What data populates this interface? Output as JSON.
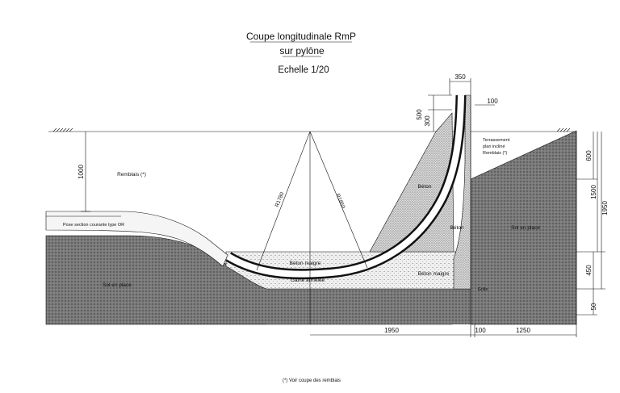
{
  "title": {
    "line1": "Coupe longitudinale RmP",
    "line2": "sur pylône",
    "scale": "Echelle 1/20"
  },
  "labels": {
    "remblais": "Remblais (*)",
    "pose_section": "Pose section courante type OR",
    "sol_left": "Sol en place",
    "sol_right": "Sol en place",
    "beton_maigre_center": "Béton maigre",
    "beton_maigre_right": "Béton maigre",
    "gaine": "Gaine annelée",
    "beton_pylone": "Béton",
    "beton_column": "Béton",
    "terrassement_1": "Terrassement",
    "terrassement_2": "plan incliné",
    "terrassement_3": "Remblais (*)",
    "radius_1": "R1780",
    "radius_2": "R1850",
    "grille": "Grille",
    "footnote": "(*) Voir coupe des remblais"
  },
  "dimensions": {
    "top_width": "350",
    "top_offset": "100",
    "top_500": "500",
    "top_300": "300",
    "left_1000": "1000",
    "right_600": "600",
    "right_1500": "1500",
    "right_1950": "1950",
    "right_450": "450",
    "right_50": "50",
    "bottom_1950": "1950",
    "bottom_100": "100",
    "bottom_1250": "1250"
  },
  "colors": {
    "line": "#111111",
    "soil": "#6e6e6e",
    "concrete": "#d6d6d6",
    "fill_light": "#f2f2f2"
  }
}
